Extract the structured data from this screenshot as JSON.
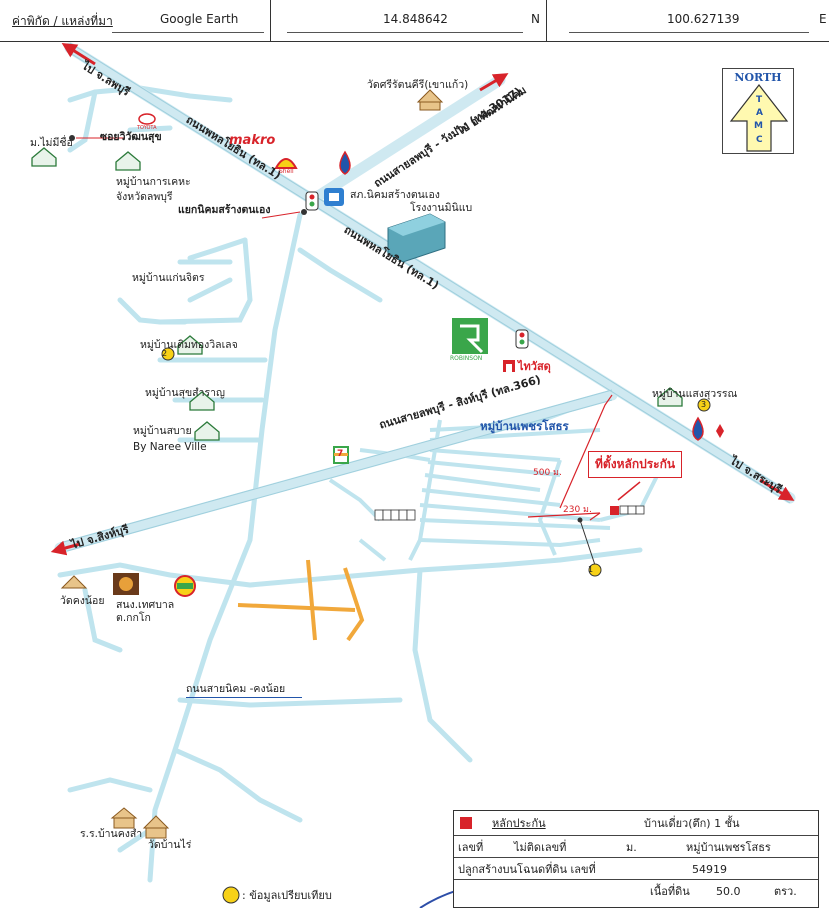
{
  "header": {
    "coord_label": "ค่าพิกัด / แหล่งที่มา",
    "source": "Google Earth",
    "latitude": "14.848642",
    "lat_unit": "N",
    "longitude": "100.627139",
    "lon_unit": "E"
  },
  "north_arrow": {
    "title": "NORTH",
    "letters": [
      "T",
      "A",
      "M",
      "C"
    ]
  },
  "roads": {
    "to_lopburi": "ไป จ.ลพบุรี",
    "phahon_upper": "ถนนพหลโยธิน (ทล.1)",
    "phahon_lower": "ถนนพหลโยธิน (ทล.1)",
    "lopburi_wangmuang": "ถนนสายลพบุรี - วังม่วง (ทล.3017)",
    "to_phatthana": "ไป อ.พัฒนานิคม",
    "lopburi_singburi": "ถนนสายลพบุรี - สิงห์บุรี (ทล.366)",
    "to_singburi": "ไป จ.สิงห์บุรี",
    "to_saraburi": "ไป จ.สระบุรี",
    "nikhom_khongnoi": "ถนนสายนิคม -คงน้อย",
    "soi_wiwat": "ซอยวิวัฒนสุข",
    "junction": "แยกนิคมสร้างตนเอง"
  },
  "places": {
    "wat_sirattana": "วัดศรีรัตนคีรี(เขาแก้ว)",
    "mu_maimiue": "ม.ไม่มีชื่อ",
    "mu_kheha": "หมู่บ้านการเคหะ",
    "kheha_prov": "จังหวัดลพบุรี",
    "nikhom_office": "สภ.นิคมสร้างตนเอง",
    "factory": "โรงงานมินิแบ",
    "mu_kaenjit": "หมู่บ้านแก่นจิตร",
    "mu_toemthong": "หมู่บ้านเติมทองวิลเลจ",
    "mu_sukkhamran": "หมู่บ้านสุขสำราญ",
    "mu_sabai": "หมู่บ้านสบาย",
    "naree_ville": "By Naree Ville",
    "mu_saengsuwan": "หมู่บ้านแสงสุวรรณ",
    "mu_phetsotorn": "หมู่บ้านเพชรโสธร",
    "wat_khongnoi": "วัดคงน้อย",
    "tessaban": "สนง.เทศบาล",
    "tessaban2": "ต.กกโก",
    "school": "ร.ร.บ้านคงสำ",
    "wat_banrai": "วัดบ้านไร่",
    "subject_site": "ที่ตั้งหลักประกัน",
    "dist_500": "500 ม.",
    "dist_230": "230 ม."
  },
  "brands": {
    "makro": "makro",
    "shell": "Shell",
    "toyota": "TOYOTA",
    "robinson": "ROBINSON",
    "thaiwatsadu": "ไทวัสดุ",
    "seven": "7"
  },
  "markers": {
    "m1": "1",
    "m2": "2",
    "m3": "3"
  },
  "legend": {
    "collateral_label": "หลักประกัน",
    "building_type": "บ้านเดี่ยว(ตึก) 1 ชั้น",
    "house_no_label": "เลขที่",
    "house_no_value": "ไม่ติดเลขที่",
    "moo_label": "ม.",
    "moo_value": "หมู่บ้านเพชรโสธร",
    "deed_label": "ปลูกสร้างบนโฉนดที่ดิน เลขที่",
    "deed_value": "54919",
    "area_label": "เนื้อที่ดิน",
    "area_value": "50.0",
    "area_unit": "ตรว.",
    "compare_label": ": ข้อมูลเปรียบเทียบ"
  },
  "colors": {
    "road": "#bfe4ee",
    "red": "#d8232a",
    "orange": "#f1a83b",
    "shell_yellow": "#f7d117",
    "blue": "#2255aa",
    "green": "#3aa64a"
  }
}
